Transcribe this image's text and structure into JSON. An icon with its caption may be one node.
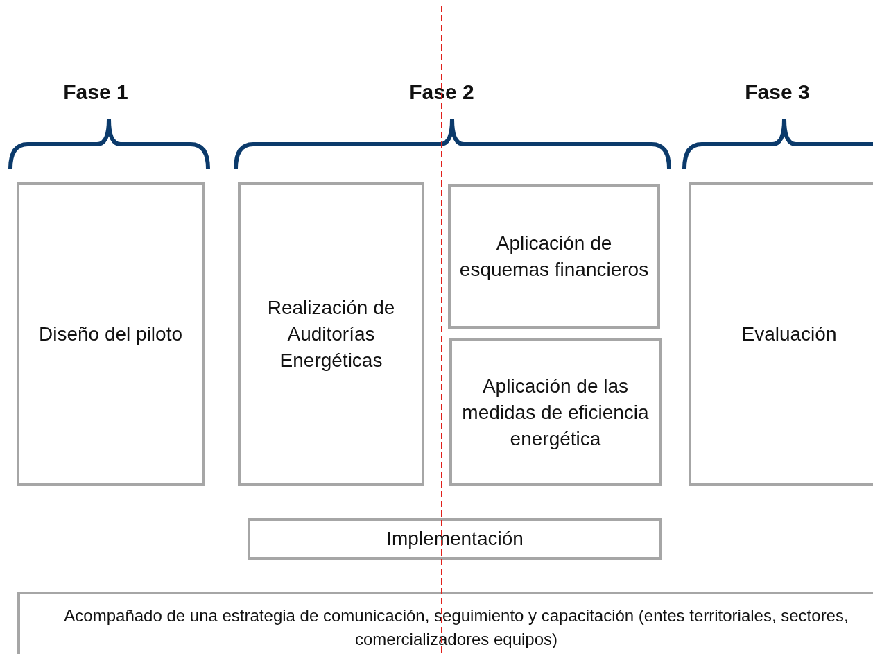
{
  "diagram": {
    "nodes": [
      {
        "text": [
          "Diseño del piloto"
        ]
      },
      {
        "text": [
          "Realización de Auditorías Energéticas"
        ]
      },
      {
        "text": [
          "Aplicación de esquemas financieros"
        ]
      },
      {
        "text": [
          "Aplicación de las medidas de eficiencia energética"
        ]
      },
      {
        "text": [
          "Evaluación"
        ]
      },
      {
        "text": [
          "Implementación"
        ]
      },
      {
        "text": [
          "Acompañado de una estrategia de comunicación, seguimiento y capacitación (entes territoriales, sectores, comercializadores equipos)"
        ]
      }
    ],
    "labels": [
      "Fase 1",
      "Fase 2",
      "Fase 3"
    ]
  }
}
